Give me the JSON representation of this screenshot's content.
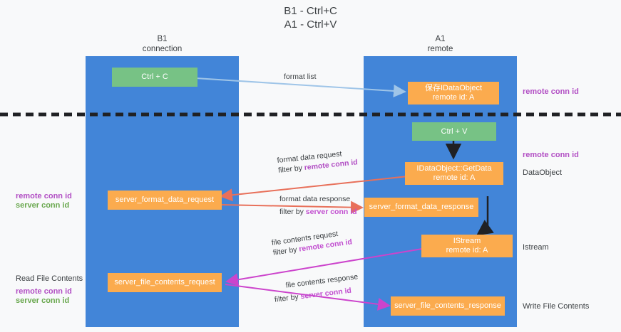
{
  "title": {
    "line1": "B1 - Ctrl+C",
    "line2": "A1 - Ctrl+V"
  },
  "lanes": [
    {
      "id": "b1",
      "name": "B1",
      "role": "connection"
    },
    {
      "id": "a1",
      "name": "A1",
      "role": "remote"
    }
  ],
  "colors": {
    "lane": "#4285d8",
    "green_box": "#77c285",
    "orange_box": "#fbab4e",
    "remote_conn_id": "#b24fc4",
    "server_conn_id": "#6aa84f",
    "blue_arrow": "#9fc5e8",
    "red_arrow": "#e8705a",
    "magenta_arrow": "#cc44cc",
    "black_arrow": "#202124",
    "divider": "#202124",
    "background": "#f8f9fa"
  },
  "nodes": {
    "ctrl_c": "Ctrl + C",
    "ctrl_v": "Ctrl + V",
    "save_idataobject_line1": "保存IDataObject",
    "save_idataobject_line2": "remote id: A",
    "getdata_line1": "IDataObject::GetData",
    "getdata_line2": "remote id: A",
    "istream_line1": "IStream",
    "istream_line2": "remote id: A",
    "server_format_data_request": "server_format_data_request",
    "server_format_data_response": "server_format_data_response",
    "server_file_contents_request": "server_file_contents_request",
    "server_file_contents_response": "server_file_contents_response"
  },
  "edges": {
    "format_list": "format list",
    "format_data_request": "format data request",
    "format_data_request_filter_prefix": "filter by ",
    "format_data_request_filter_key": "remote conn id",
    "format_data_response": "format data response",
    "format_data_response_filter_prefix": "filter by ",
    "format_data_response_filter_key": "server conn id",
    "file_contents_request": "file contents request",
    "file_contents_request_filter_prefix": "filter by ",
    "file_contents_request_filter_key": "remote conn id",
    "file_contents_response": "file contents response",
    "file_contents_response_filter_prefix": "filter by ",
    "file_contents_response_filter_key": "server conn id"
  },
  "annotations": {
    "right_top_remote_conn_id": "remote conn id",
    "right_mid_remote_conn_id": "remote conn id",
    "right_dataobject": "DataObject",
    "right_istream": "Istream",
    "right_write_file_contents": "Write File Contents",
    "left_mid_remote_conn_id": "remote conn id",
    "left_mid_server_conn_id": "server conn id",
    "left_read_file_contents": "Read File Contents",
    "left_low_remote_conn_id": "remote conn id",
    "left_low_server_conn_id": "server conn id"
  }
}
